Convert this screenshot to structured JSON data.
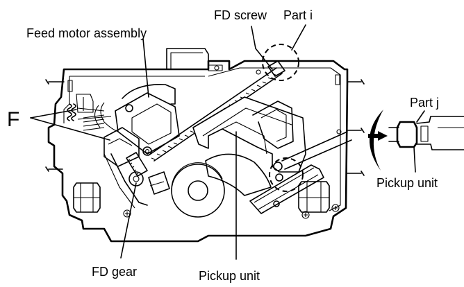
{
  "labels": {
    "fd_screw": "FD screw",
    "part_i": "Part i",
    "feed_motor_assembly": "Feed motor assembly",
    "f": "F",
    "part_j": "Part j",
    "pickup_unit_right": "Pickup unit",
    "fd_gear": "FD gear",
    "pickup_unit_bottom": "Pickup unit"
  }
}
